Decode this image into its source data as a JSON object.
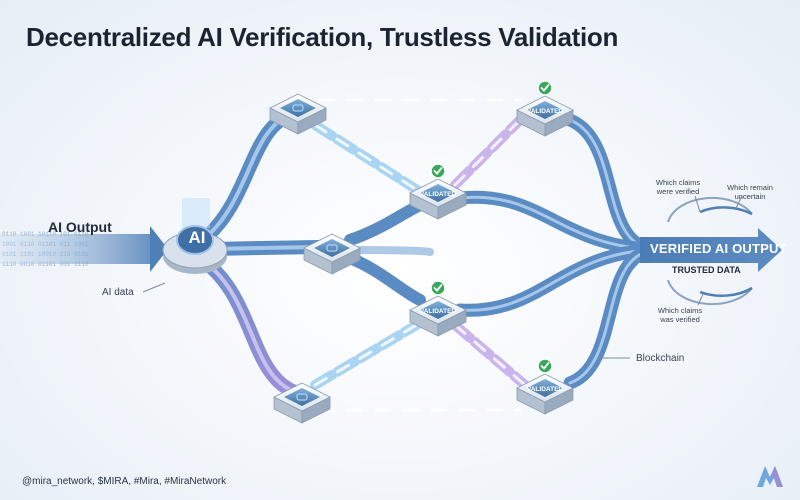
{
  "title": "Decentralized AI Verification, Trustless Validation",
  "input": {
    "label": "AI Output",
    "sublabel": "AI data",
    "chip": "AI"
  },
  "nodes": [
    {
      "id": "node-top-left",
      "validated": false
    },
    {
      "id": "node-mid-left",
      "validated": false
    },
    {
      "id": "node-bottom-left",
      "validated": false
    },
    {
      "id": "node-upper-center",
      "validated": true
    },
    {
      "id": "node-lower-center",
      "validated": true
    },
    {
      "id": "node-top-right",
      "validated": true
    },
    {
      "id": "node-bottom-right",
      "validated": true
    }
  ],
  "validated_badge": "VALIDATED",
  "output": {
    "label": "VERIFIED AI OUTPUT",
    "sublabel": "TRUSTED DATA"
  },
  "annotations": {
    "claims_verified": "Which claims\nwere verified",
    "remain_uncertain": "Which remain\nuncertain",
    "claims_was_verified": "Which claims\nwas verified",
    "blockchain": "Blockchain"
  },
  "footer": "@mira_network, $MIRA, #Mira, #MiraNetwork",
  "colors": {
    "pipe": "#5f8fc4",
    "pipe_light": "#9fc2e6",
    "chain_blue": "#a9d4f2",
    "chain_purple": "#c8b3ea",
    "check": "#3aa85a",
    "node_screen": "#5d8fbf"
  }
}
